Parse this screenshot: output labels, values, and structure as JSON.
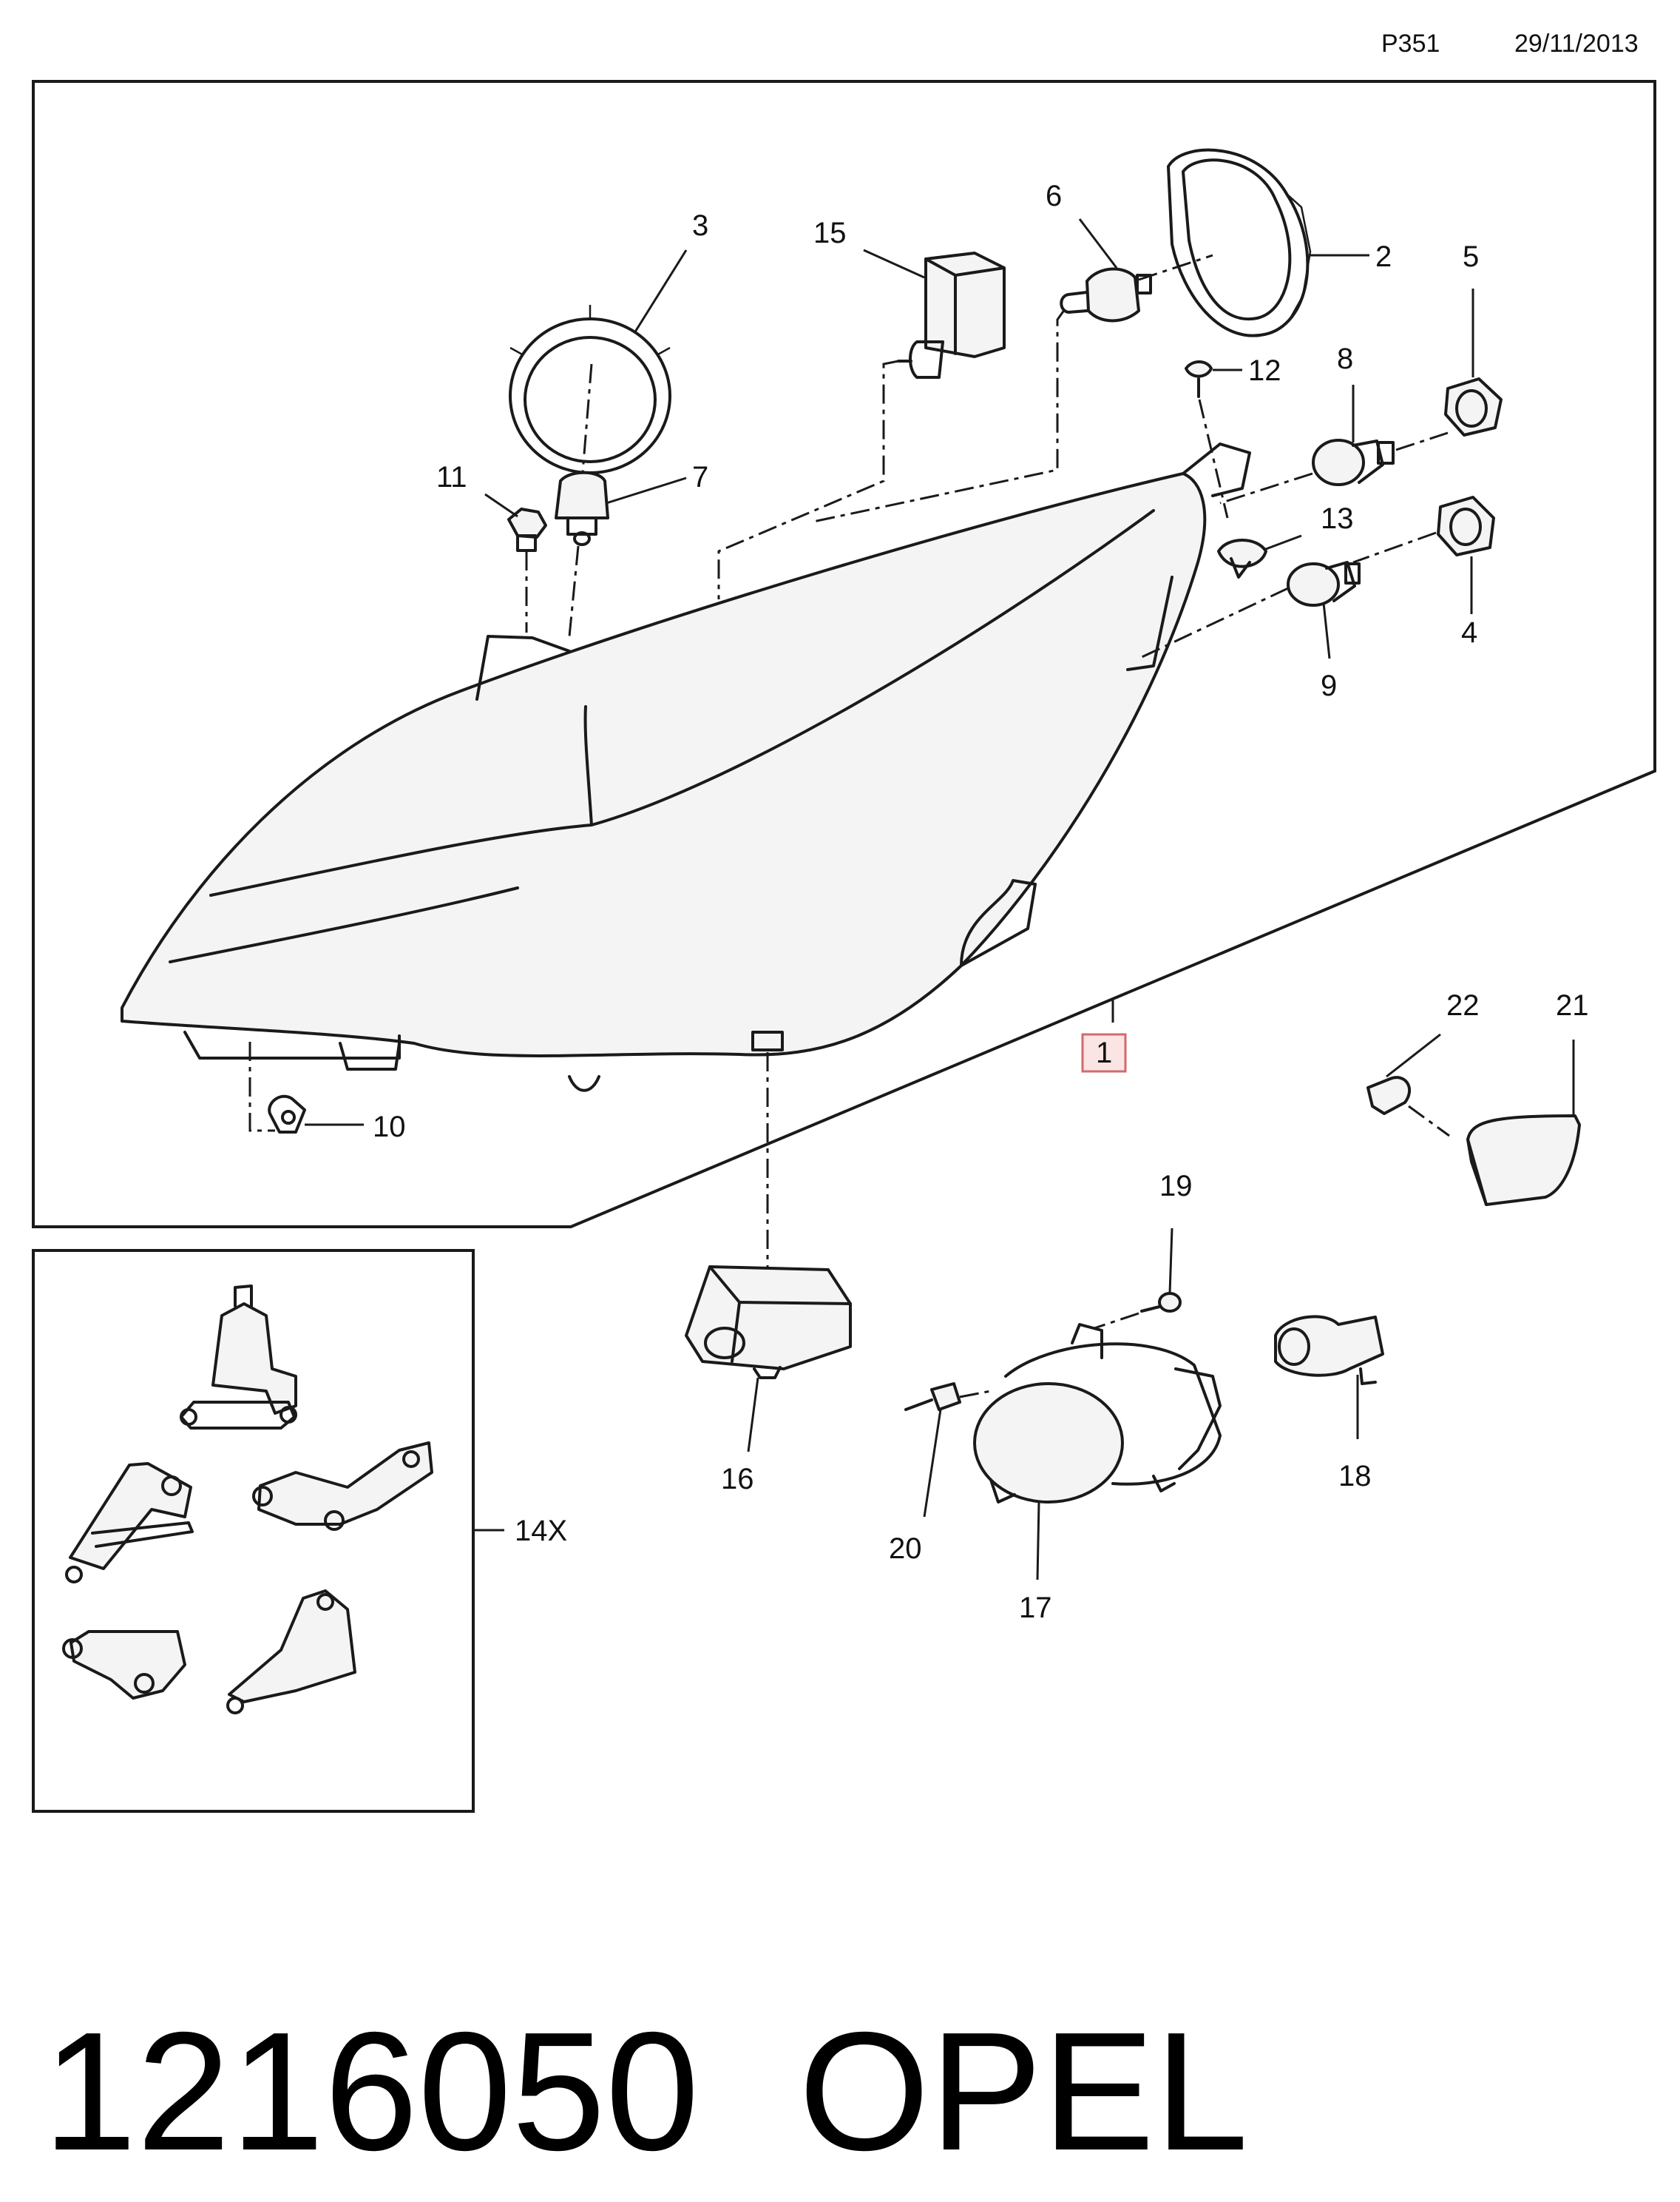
{
  "header": {
    "code": "P351",
    "date": "29/11/2013"
  },
  "footer": {
    "part_number": "1216050",
    "brand": "OPEL"
  },
  "callouts": {
    "c1": "1",
    "c2": "2",
    "c3": "3",
    "c4": "4",
    "c5": "5",
    "c6": "6",
    "c7": "7",
    "c8": "8",
    "c9": "9",
    "c10": "10",
    "c11": "11",
    "c12": "12",
    "c13": "13",
    "c14": "14X",
    "c15": "15",
    "c16": "16",
    "c17": "17",
    "c18": "18",
    "c19": "19",
    "c20": "20",
    "c21": "21",
    "c22": "22"
  },
  "colors": {
    "highlight_box_fill": "#fbe4e4",
    "highlight_box_stroke": "#d26a6a",
    "line": "#1a1a1a"
  }
}
